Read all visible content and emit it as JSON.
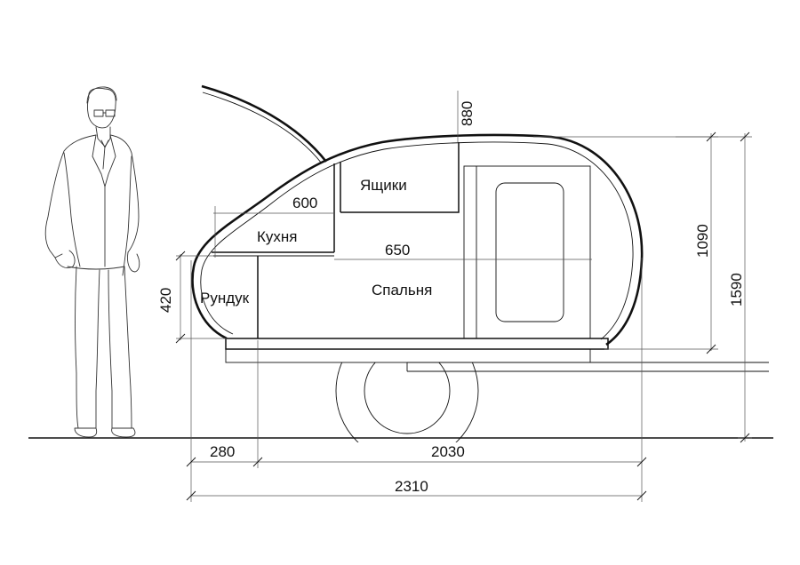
{
  "labels": {
    "drawers": "Ящики",
    "kitchen": "Кухня",
    "chest": "Рундук",
    "bedroom": "Спальня"
  },
  "dimensions": {
    "top_height": "880",
    "kitchen_width": "600",
    "bedroom_width": "650",
    "chest_height": "420",
    "body_height": "1090",
    "total_height": "1590",
    "front_length": "280",
    "main_length": "2030",
    "total_length": "2310"
  }
}
